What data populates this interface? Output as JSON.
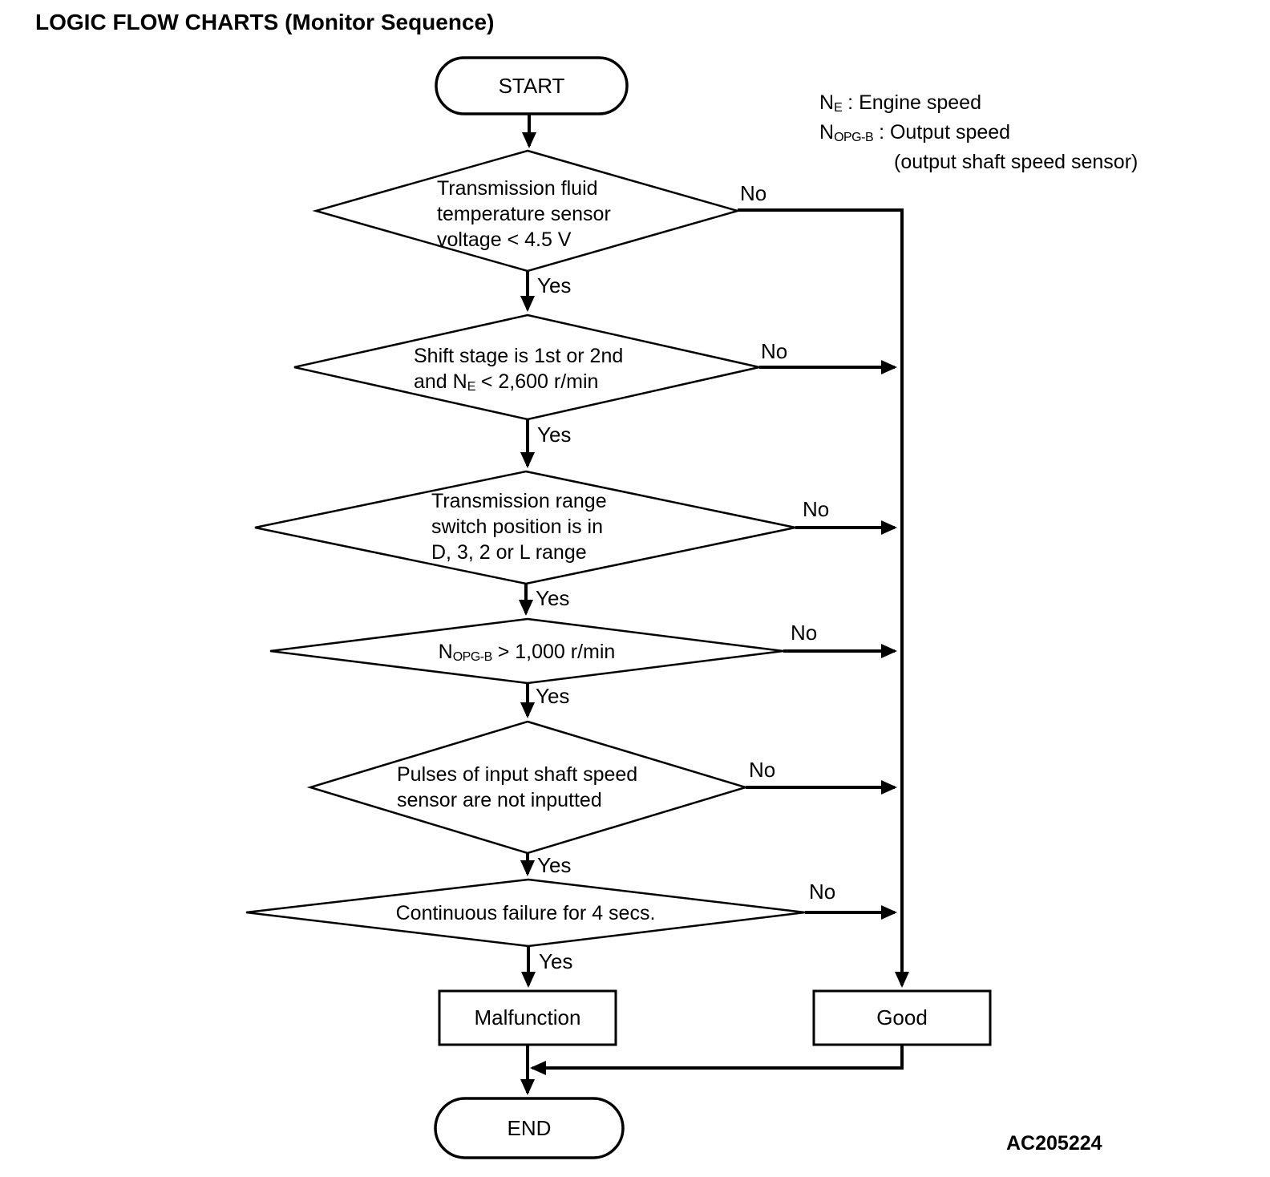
{
  "title": "LOGIC FLOW CHARTS (Monitor Sequence)",
  "legend": {
    "engine": {
      "pre": "N",
      "sub": "E",
      "post": " : Engine speed"
    },
    "output": {
      "pre": "N",
      "sub": "OPG-B",
      "post": " : Output speed"
    },
    "output_note": "(output shaft speed sensor)"
  },
  "nodes": {
    "start": {
      "label": "START"
    },
    "d1": {
      "lines": [
        "Transmission fluid",
        "temperature sensor",
        "voltage < 4.5 V"
      ]
    },
    "d2": {
      "line1": "Shift stage is 1st or 2nd",
      "line2": {
        "pre": "and N",
        "sub": "E",
        "post": " < 2,600 r/min"
      }
    },
    "d3": {
      "lines": [
        "Transmission range",
        "switch position is in",
        "D, 3, 2 or L range"
      ]
    },
    "d4": {
      "line": {
        "pre": "N",
        "sub": "OPG-B",
        "post": " > 1,000 r/min"
      }
    },
    "d5": {
      "lines": [
        "Pulses of input shaft speed",
        "sensor are not inputted"
      ]
    },
    "d6": {
      "line": "Continuous failure for 4 secs."
    },
    "malfunction": {
      "label": "Malfunction"
    },
    "good": {
      "label": "Good"
    },
    "end": {
      "label": "END"
    }
  },
  "branch_labels": {
    "yes": "Yes",
    "no": "No"
  },
  "figure_code": "AC205224"
}
